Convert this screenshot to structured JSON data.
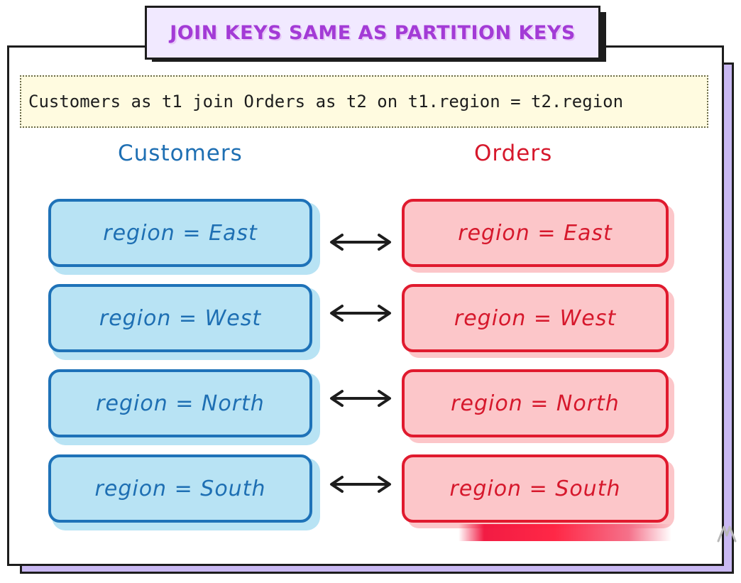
{
  "title": "JOIN KEYS SAME AS PARTITION KEYS",
  "query": "Customers as t1 join Orders as t2 on t1.region = t2.region",
  "tables": {
    "left": {
      "name": "Customers",
      "rows": [
        "region = East",
        "region = West",
        "region = North",
        "region = South"
      ]
    },
    "right": {
      "name": "Orders",
      "rows": [
        "region = East",
        "region = West",
        "region = North",
        "region = South"
      ]
    }
  },
  "colors": {
    "title": "#a33bd6",
    "customers": "#1e6fb3",
    "customers_fill": "#b8e3f4",
    "orders": "#d6182c",
    "orders_fill": "#fcc6c9",
    "card_shadow": "#c9b8f2"
  },
  "icons": [
    "double-arrow-icon"
  ]
}
